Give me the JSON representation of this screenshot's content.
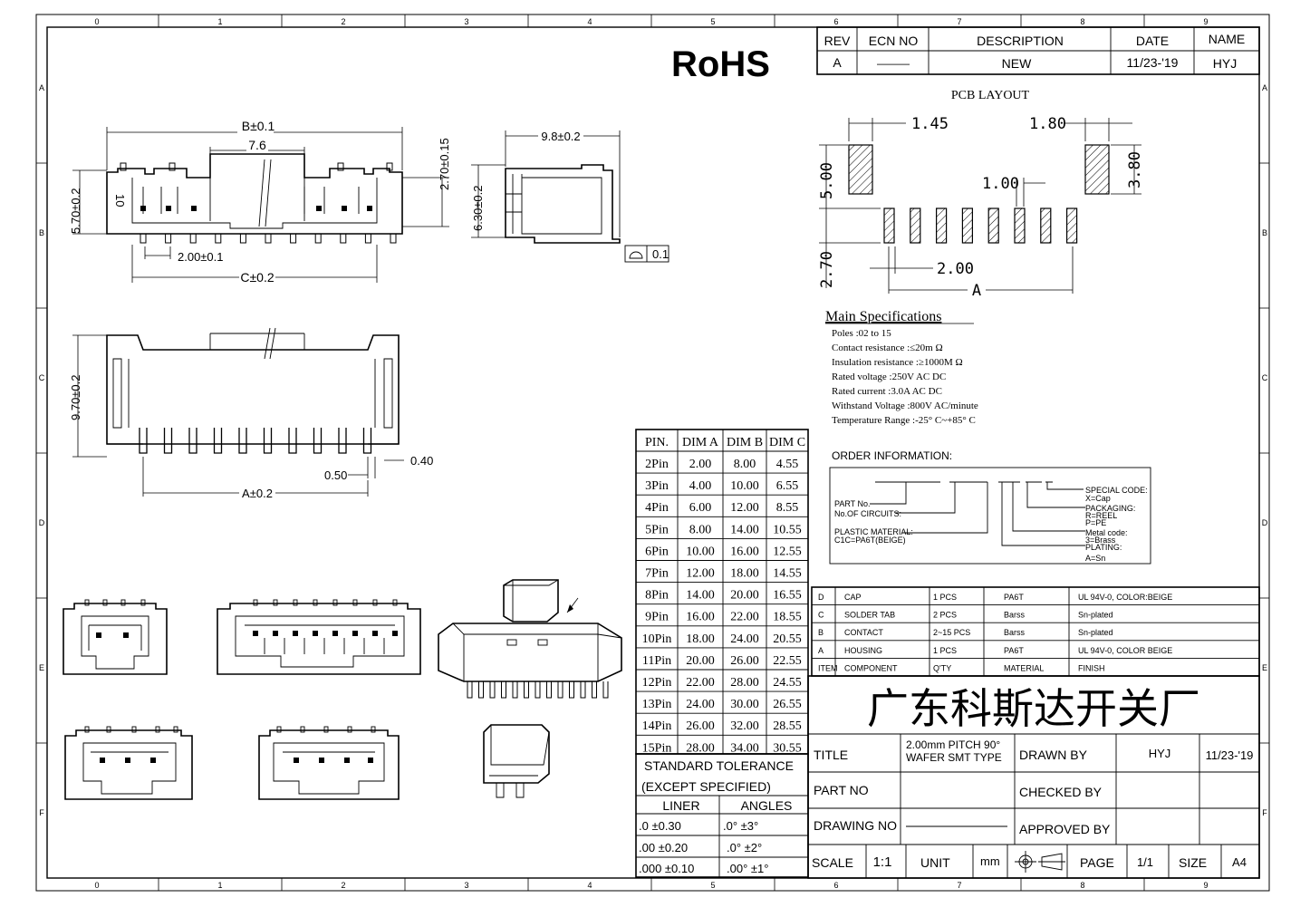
{
  "rohs": "RoHS",
  "ruler": {
    "cols": [
      "0",
      "1",
      "2",
      "3",
      "4",
      "5",
      "6",
      "7",
      "8",
      "9"
    ],
    "rows": [
      "A",
      "B",
      "C",
      "D",
      "E",
      "F"
    ]
  },
  "revision": {
    "headers": [
      "REV",
      "ECN NO",
      "DESCRIPTION",
      "DATE",
      "NAME"
    ],
    "row": [
      "A",
      "———",
      "NEW",
      "11/23-'19",
      "HYJ"
    ]
  },
  "pcb_layout": {
    "title": "PCB LAYOUT",
    "dims": {
      "d145": "1.45",
      "d180": "1.80",
      "d500": "5.00",
      "d380": "3.80",
      "d100": "1.00",
      "d270": "2.70",
      "d200": "2.00",
      "dA": "A"
    }
  },
  "drawing_dims": {
    "b": "B±0.1",
    "d76": "7.6",
    "d570": "5.70±0.2",
    "d270": "2.70±0.15",
    "pitch": "2.00±0.1",
    "c": "C±0.2",
    "d98": "9.8±0.2",
    "d630": "6.30±0.2",
    "flat": "0.1",
    "d970": "9.70±0.2",
    "d040": "0.40",
    "d050": "0.50",
    "a": "A±0.2",
    "pin1": "10"
  },
  "main_specs": {
    "title": "Main Specifications",
    "lines": [
      "Poles :02 to 15",
      "Contact resistance :≤20m Ω",
      "Insulation resistance :≥1000M Ω",
      "Rated voltage :250V AC DC",
      "Rated current :3.0A AC DC",
      "Withstand Voltage :800V AC/minute",
      "Temperature Range :-25° C~+85° C"
    ]
  },
  "order_info": {
    "title": "ORDER INFORMATION:",
    "left": [
      "PART No.",
      "No.OF CIRCUITS:",
      "PLASTIC MATERIAL:",
      "C1C=PA6T(BEIGE)"
    ],
    "right": [
      "SPECIAL CODE:",
      "X=Cap",
      "PACKAGING:",
      "R=REEL",
      "P=PE",
      "Metal code:",
      "3=Brass",
      "PLATING:",
      "A=Sn"
    ]
  },
  "dim_table": {
    "headers": [
      "PIN.",
      "DIM A",
      "DIM B",
      "DIM C"
    ],
    "rows": [
      [
        "2Pin",
        "2.00",
        "8.00",
        "4.55"
      ],
      [
        "3Pin",
        "4.00",
        "10.00",
        "6.55"
      ],
      [
        "4Pin",
        "6.00",
        "12.00",
        "8.55"
      ],
      [
        "5Pin",
        "8.00",
        "14.00",
        "10.55"
      ],
      [
        "6Pin",
        "10.00",
        "16.00",
        "12.55"
      ],
      [
        "7Pin",
        "12.00",
        "18.00",
        "14.55"
      ],
      [
        "8Pin",
        "14.00",
        "20.00",
        "16.55"
      ],
      [
        "9Pin",
        "16.00",
        "22.00",
        "18.55"
      ],
      [
        "10Pin",
        "18.00",
        "24.00",
        "20.55"
      ],
      [
        "11Pin",
        "20.00",
        "26.00",
        "22.55"
      ],
      [
        "12Pin",
        "22.00",
        "28.00",
        "24.55"
      ],
      [
        "13Pin",
        "24.00",
        "30.00",
        "26.55"
      ],
      [
        "14Pin",
        "26.00",
        "32.00",
        "28.55"
      ],
      [
        "15Pin",
        "28.00",
        "34.00",
        "30.55"
      ]
    ]
  },
  "tolerance": {
    "title1": "STANDARD TOLERANCE",
    "title2": "(EXCEPT SPECIFIED)",
    "h_liner": "LINER",
    "h_angles": "ANGLES",
    "rows": [
      [
        ".0  ±0.30",
        ".0°  ±3°"
      ],
      [
        ".00  ±0.20",
        ".0°  ±2°"
      ],
      [
        ".000 ±0.10",
        ".00° ±1°"
      ]
    ]
  },
  "bom": {
    "rows": [
      [
        "D",
        "CAP",
        "1 PCS",
        "PA6T",
        "UL 94V-0, COLOR:BEIGE"
      ],
      [
        "C",
        "SOLDER TAB",
        "2 PCS",
        "Barss",
        "Sn-plated"
      ],
      [
        "B",
        "CONTACT",
        "2~15 PCS",
        "Barss",
        "Sn-plated"
      ],
      [
        "A",
        "HOUSING",
        "1 PCS",
        "PA6T",
        "UL 94V-0, COLOR BEIGE"
      ]
    ],
    "header": [
      "ITEM",
      "COMPONENT",
      "Q'TY",
      "MATERIAL",
      "FINISH"
    ]
  },
  "company": "广东科斯达开关厂",
  "title_block": {
    "title_label": "TITLE",
    "title_l1": "2.00mm PITCH 90°",
    "title_l2": "WAFER SMT TYPE",
    "drawn_by": "DRAWN BY",
    "drawn_name": "HYJ",
    "drawn_date": "11/23-'19",
    "part_no": "PART NO",
    "checked_by": "CHECKED BY",
    "drawing_no": "DRAWING NO",
    "approved_by": "APPROVED BY",
    "scale": "SCALE",
    "scale_val": "1:1",
    "unit": "UNIT",
    "unit_val": "mm",
    "page": "PAGE",
    "page_val": "1/1",
    "size": "SIZE",
    "size_val": "A4"
  }
}
